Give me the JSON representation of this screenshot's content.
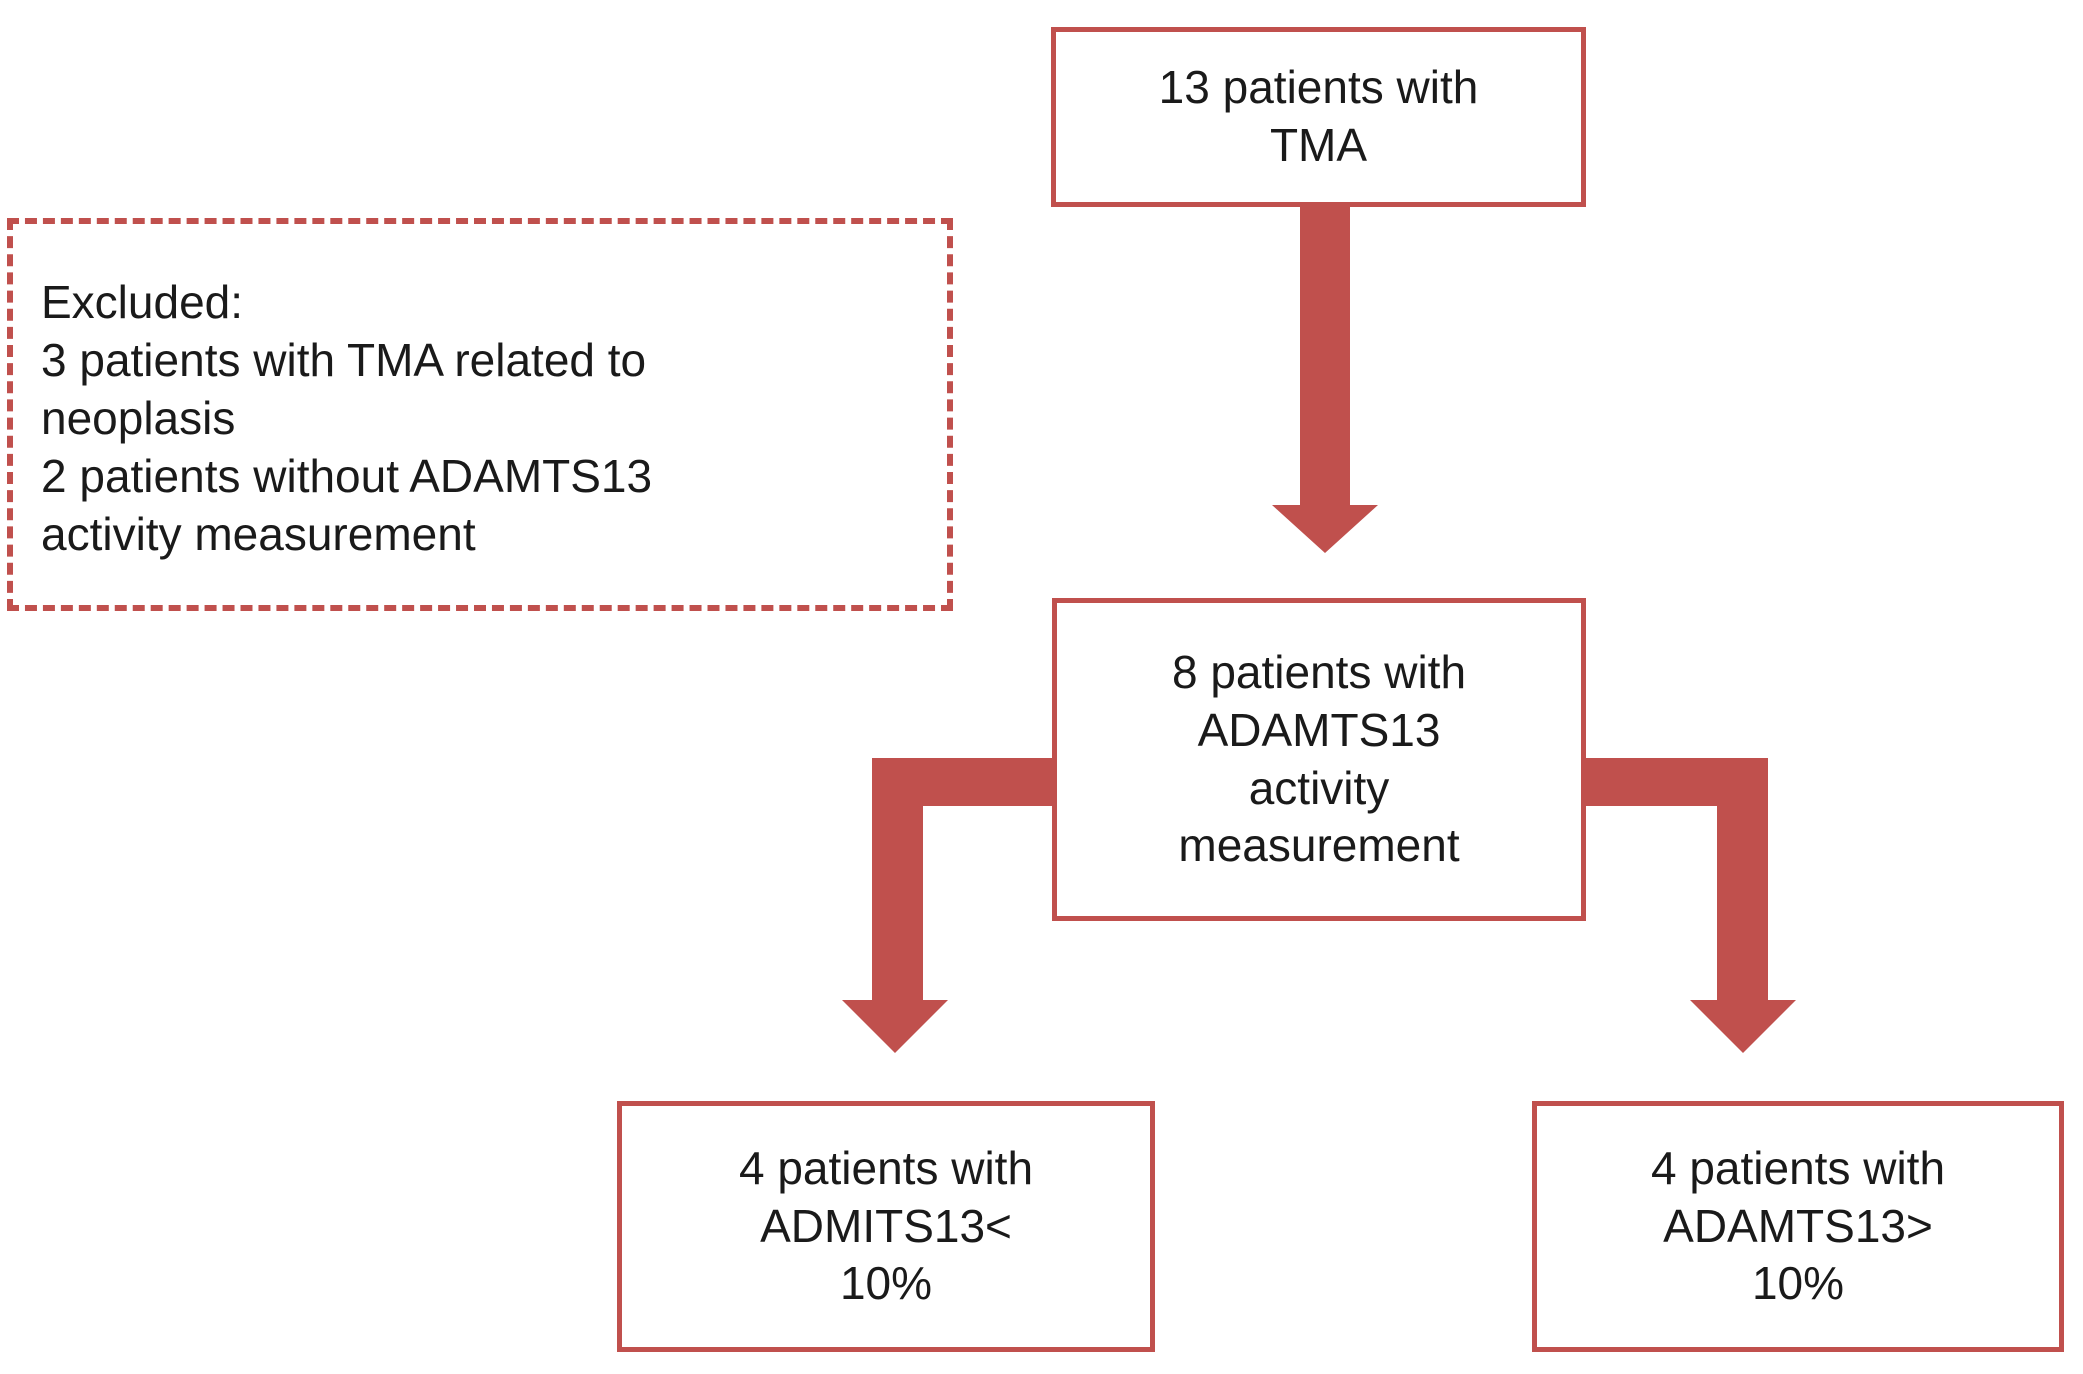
{
  "colors": {
    "accent": "#c0504d",
    "background": "#ffffff",
    "text": "#1a1a1a"
  },
  "boxes": {
    "top": "13 patients with\nTMA",
    "middle": "8 patients with\nADAMTS13\nactivity\nmeasurement",
    "bottom_left": "4 patients with\nADMITS13<\n10%",
    "bottom_right": "4 patients with\nADAMTS13>\n10%"
  },
  "excluded": {
    "lines": [
      "Excluded:",
      "3 patients with TMA related to",
      "neoplasis",
      "2 patients without ADAMTS13",
      "activity measurement"
    ]
  }
}
